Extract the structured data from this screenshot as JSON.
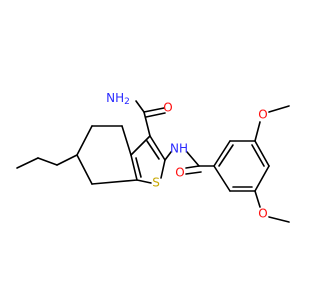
{
  "colors": {
    "bond": "#000000",
    "oxygen": "#ff0d0d",
    "nitrogen": "#2b2bff",
    "sulfur": "#c8a800",
    "background": "#ffffff"
  },
  "atoms": {
    "amide_nh2": "NH",
    "amide_nh2_sub": "2",
    "amide_o": "O",
    "nh_link": "NH",
    "carbonyl_o": "O",
    "sulfur": "S",
    "methoxy_top_o": "O",
    "methoxy_bottom_o": "O"
  }
}
